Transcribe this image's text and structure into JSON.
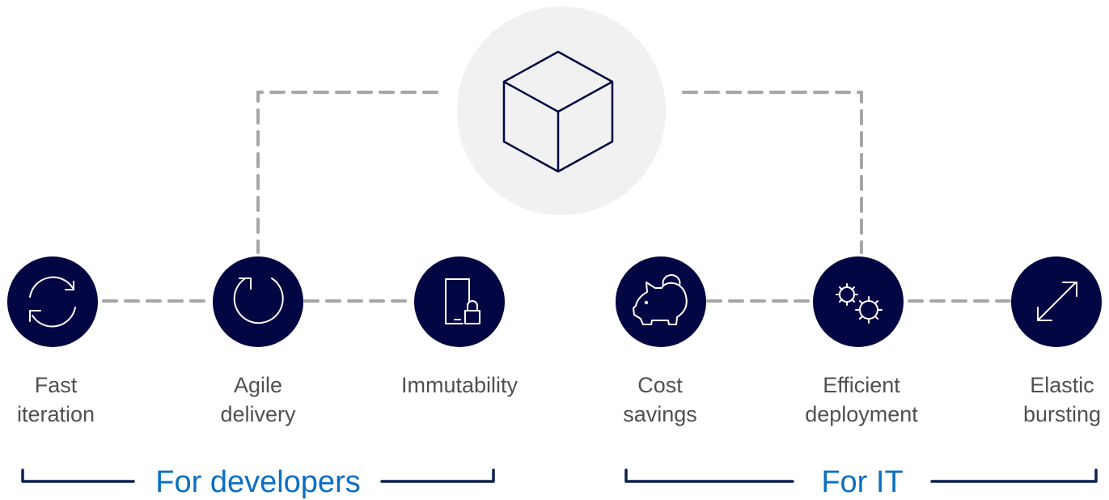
{
  "diagram": {
    "hub": {
      "icon": "cube-icon",
      "background": "#f1f1f1",
      "stroke": "#020642"
    },
    "nodes": [
      {
        "id": "fast-iteration",
        "label_lines": [
          "Fast",
          "iteration"
        ],
        "icon": "refresh-icon",
        "group": "developers"
      },
      {
        "id": "agile-delivery",
        "label_lines": [
          "Agile",
          "delivery"
        ],
        "icon": "circular-arrow-icon",
        "group": "developers"
      },
      {
        "id": "immutability",
        "label_lines": [
          "Immutability"
        ],
        "icon": "locked-document-icon",
        "group": "developers"
      },
      {
        "id": "cost-savings",
        "label_lines": [
          "Cost",
          "savings"
        ],
        "icon": "piggy-bank-icon",
        "group": "it"
      },
      {
        "id": "efficient-deployment",
        "label_lines": [
          "Efficient",
          "deployment"
        ],
        "icon": "gears-icon",
        "group": "it"
      },
      {
        "id": "elastic-bursting",
        "label_lines": [
          "Elastic",
          "bursting"
        ],
        "icon": "expand-arrows-icon",
        "group": "it"
      }
    ],
    "groups": [
      {
        "id": "developers",
        "label": "For developers"
      },
      {
        "id": "it",
        "label": "For IT"
      }
    ],
    "colors": {
      "node_fill": "#020642",
      "connector": "#a6a6a6",
      "bracket": "#0b2150",
      "group_label": "#0a6fc2",
      "node_label": "#505050"
    }
  }
}
